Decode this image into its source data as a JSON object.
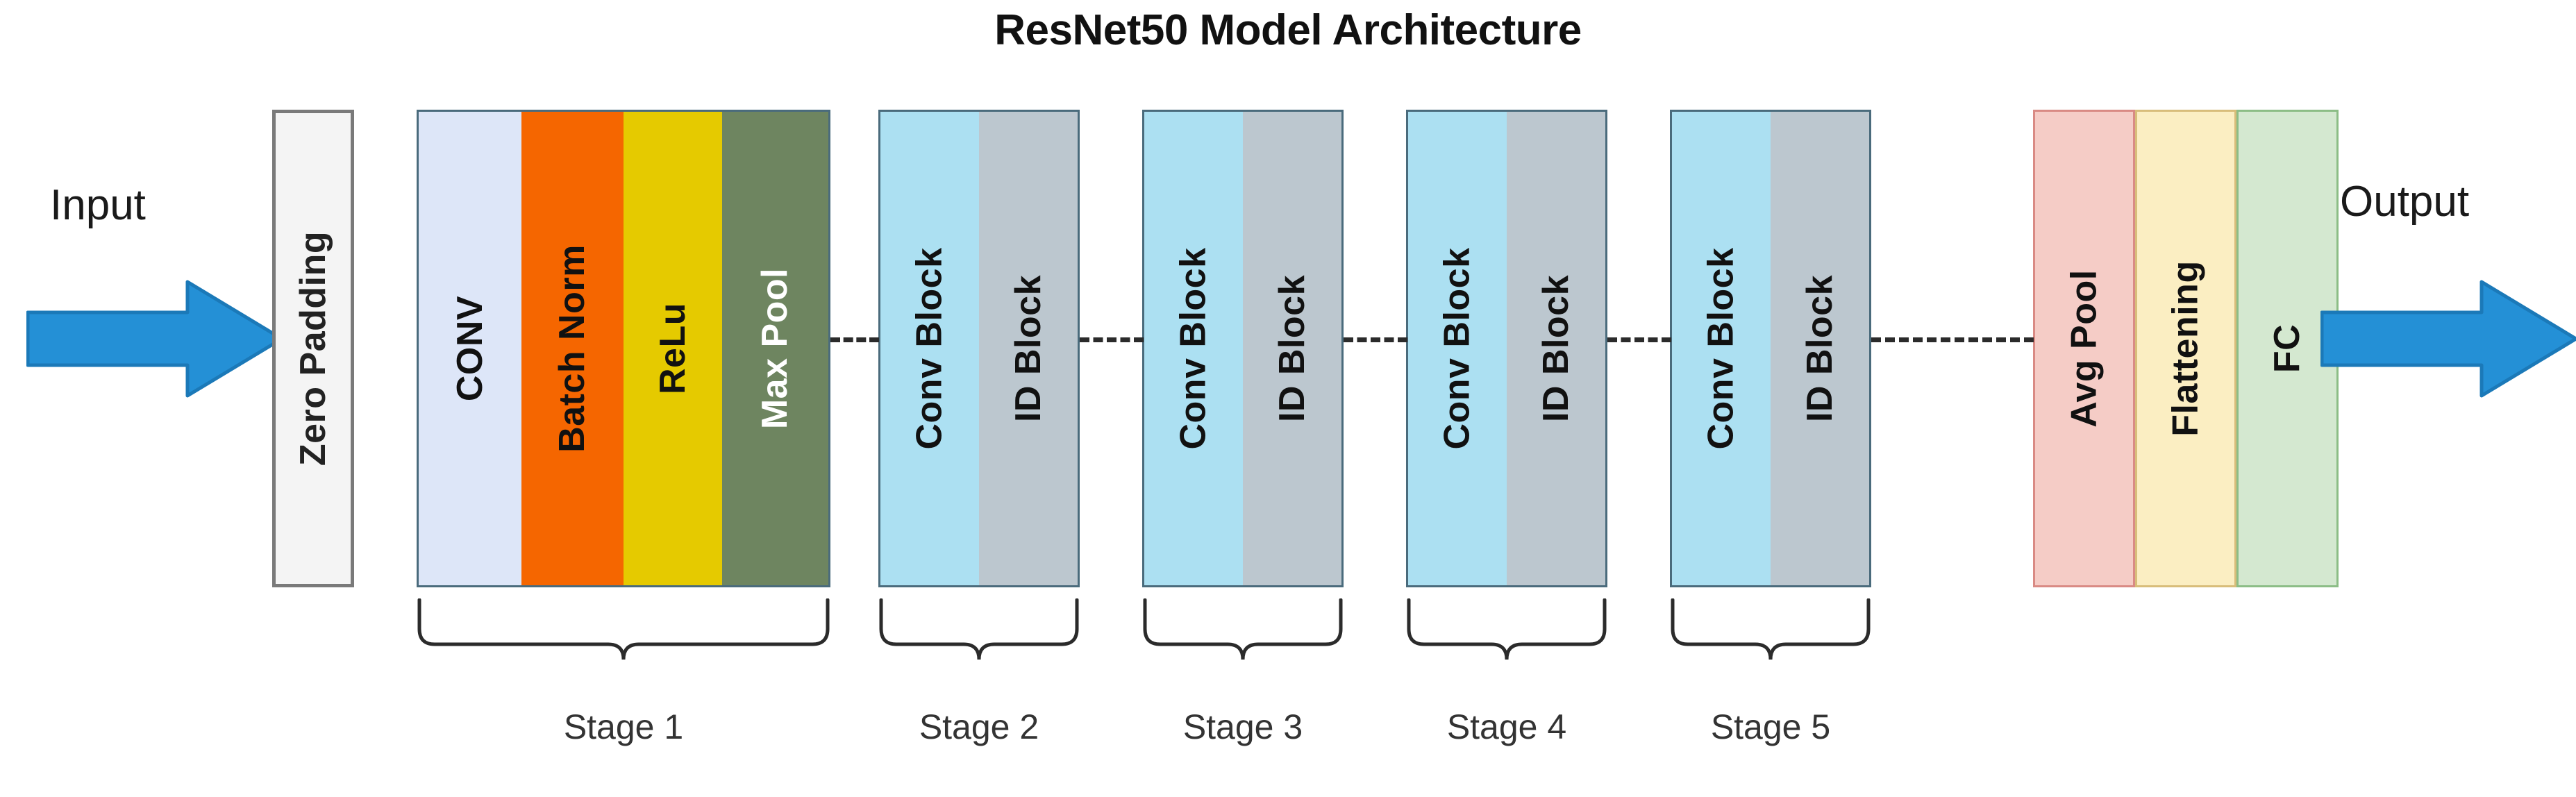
{
  "title": "ResNet50 Model Architecture",
  "io": {
    "input_label": "Input",
    "output_label": "Output",
    "arrow_color": "#2490d6",
    "arrow_stroke": "#1b79b8"
  },
  "zero_padding": {
    "label": "Zero  Padding",
    "fill": "#f4f4f4",
    "border": "#7a7a7a",
    "text_color": "#222222"
  },
  "stage1": {
    "blocks": [
      {
        "label": "CONV",
        "fill": "#dde6f8",
        "text_color": "#111111"
      },
      {
        "label": "Batch Norm",
        "fill": "#f56600",
        "text_color": "#111111"
      },
      {
        "label": "ReLu",
        "fill": "#e5ca00",
        "text_color": "#111111"
      },
      {
        "label": "Max Pool",
        "fill": "#6e8560",
        "text_color": "#ffffff"
      }
    ]
  },
  "res_stages": [
    {
      "blocks": [
        {
          "label": "Conv Block",
          "fill": "#ace0f2",
          "text_color": "#111111"
        },
        {
          "label": "ID Block",
          "fill": "#bcc7cf",
          "text_color": "#111111"
        }
      ]
    },
    {
      "blocks": [
        {
          "label": "Conv Block",
          "fill": "#ace0f2",
          "text_color": "#111111"
        },
        {
          "label": "ID Block",
          "fill": "#bcc7cf",
          "text_color": "#111111"
        }
      ]
    },
    {
      "blocks": [
        {
          "label": "Conv Block",
          "fill": "#ace0f2",
          "text_color": "#111111"
        },
        {
          "label": "ID Block",
          "fill": "#bcc7cf",
          "text_color": "#111111"
        }
      ]
    },
    {
      "blocks": [
        {
          "label": "Conv Block",
          "fill": "#ace0f2",
          "text_color": "#111111"
        },
        {
          "label": "ID Block",
          "fill": "#bcc7cf",
          "text_color": "#111111"
        }
      ]
    }
  ],
  "tail": {
    "blocks": [
      {
        "label": "Avg Pool",
        "fill": "#f5ccc6",
        "border": "#d98a84",
        "text_color": "#111111"
      },
      {
        "label": "Flattening",
        "fill": "#fbeec2",
        "border": "#d8bd7a",
        "text_color": "#111111"
      },
      {
        "label": "FC",
        "fill": "#d4e8d0",
        "border": "#8cbd86",
        "text_color": "#111111"
      }
    ]
  },
  "stage_labels": [
    "Stage 1",
    "Stage 2",
    "Stage 3",
    "Stage 4",
    "Stage 5"
  ],
  "connectors": {
    "dash_color": "#2b2b2b",
    "count": 5
  }
}
